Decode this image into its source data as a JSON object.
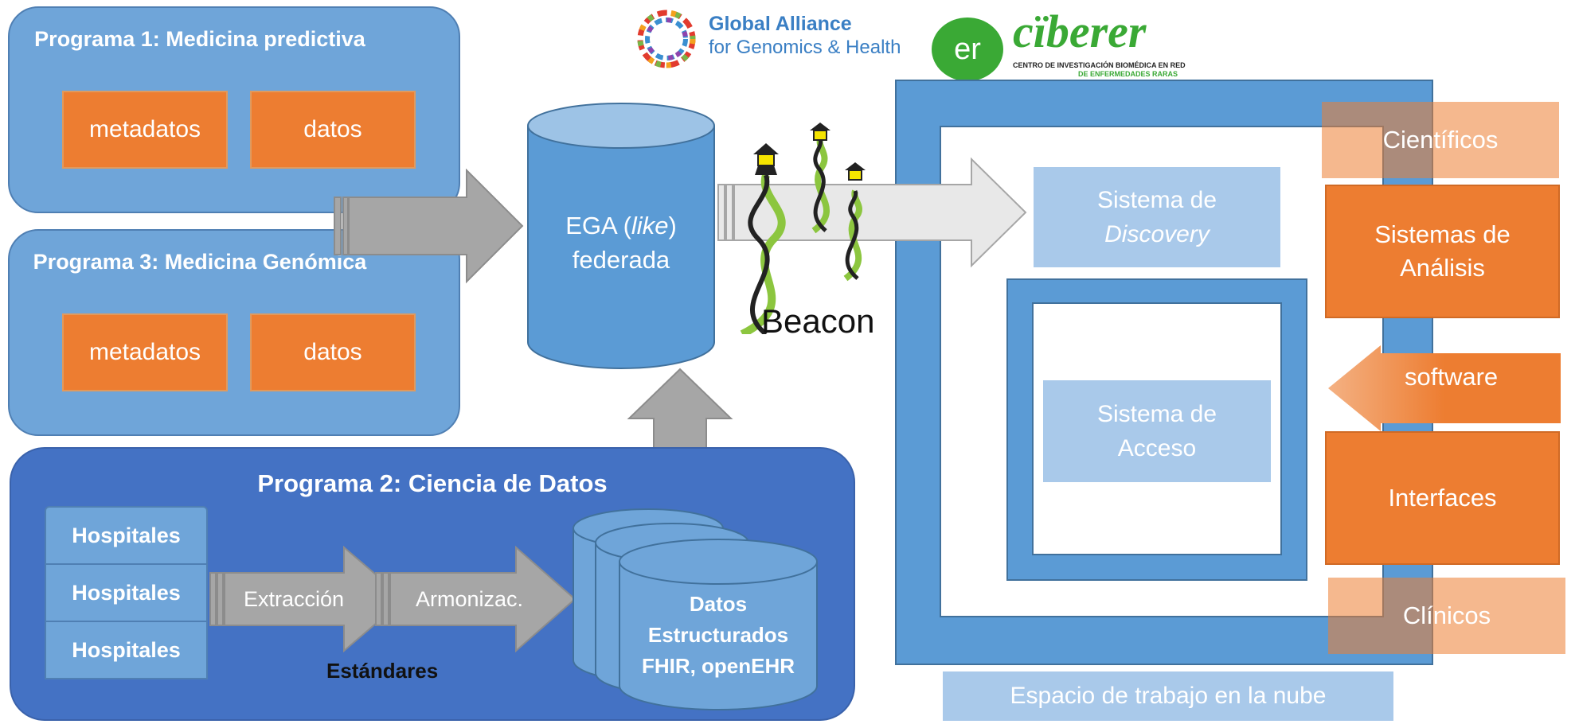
{
  "logos": {
    "ga4gh_line1": "Global Alliance",
    "ga4gh_line2": "for Genomics & Health",
    "ciberer_mark": "er",
    "ciberer_name": "cïberer",
    "ciberer_sub1": "CENTRO DE INVESTIGACIÓN BIOMÉDICA EN RED",
    "ciberer_sub2": "DE ENFERMEDADES RARAS"
  },
  "programs": [
    {
      "title": "Programa 1: Medicina predictiva",
      "boxes": [
        "metadatos",
        "datos"
      ]
    },
    {
      "title": "Programa 3: Medicina Genómica",
      "boxes": [
        "metadatos",
        "datos"
      ]
    }
  ],
  "program2": {
    "title": "Programa 2: Ciencia de Datos",
    "hospitals": [
      "Hospitales",
      "Hospitales",
      "Hospitales"
    ],
    "arrow_extract": "Extracción",
    "arrow_harmonize": "Armonizac.",
    "standards": "Estándares",
    "db_lines": [
      "Datos",
      "Estructurados",
      "FHIR, openEHR"
    ]
  },
  "ega": {
    "prefix": "EGA (",
    "italic": "like",
    "suffix": ")",
    "line2": "federada"
  },
  "beacon": {
    "label": "Beacon"
  },
  "cloud": {
    "discovery_line1": "Sistema de",
    "discovery_line2": "Discovery",
    "access_line1": "Sistema de",
    "access_line2": "Acceso",
    "workspace": "Espacio de trabajo en la nube"
  },
  "right_panel": {
    "cientificos": "Científicos",
    "analisis_line1": "Sistemas de",
    "analisis_line2": "Análisis",
    "software": "software",
    "interfaces": "Interfaces",
    "clinicos": "Clínicos"
  },
  "colors": {
    "program_blue": "#6fa5d9",
    "program2_blue": "#4472c4",
    "orange": "#ed7d31",
    "light_blue": "#a9c9ea",
    "frame_blue": "#5b9bd5",
    "arrow_gray": "#a6a6a6",
    "helix_green": "#8cc63f",
    "lamp_yellow": "#f5e400"
  }
}
